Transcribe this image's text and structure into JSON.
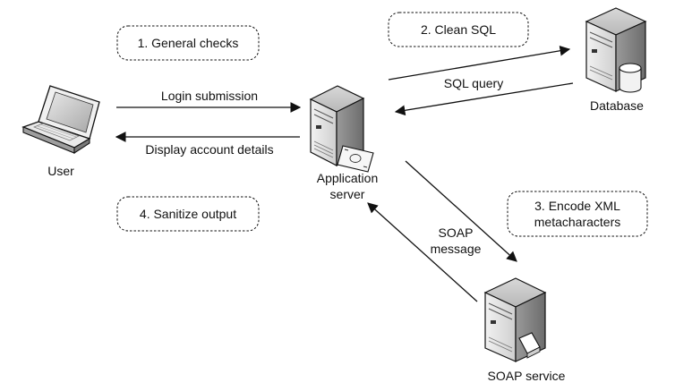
{
  "nodes": {
    "user": {
      "label": "User"
    },
    "app_server": {
      "label_line1": "Application",
      "label_line2": "server"
    },
    "database": {
      "label": "Database"
    },
    "soap_service": {
      "label": "SOAP service"
    }
  },
  "steps": {
    "general_checks": "1. General checks",
    "clean_sql": "2. Clean SQL",
    "encode_xml_line1": "3. Encode XML",
    "encode_xml_line2": "metacharacters",
    "sanitize_output": "4. Sanitize output"
  },
  "flows": {
    "login_submission": "Login submission",
    "display_account": "Display account details",
    "sql_query": "SQL query",
    "soap_message_line1": "SOAP",
    "soap_message_line2": "message"
  },
  "colors": {
    "ink": "#111111",
    "server_light": "#e6e6e6",
    "server_mid": "#c4c4c4",
    "server_dark": "#8a8a8a"
  }
}
